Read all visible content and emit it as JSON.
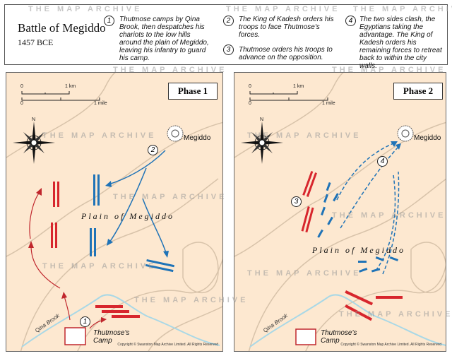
{
  "header": {
    "title": "Battle of Megiddo",
    "date": "1457 BCE",
    "steps": [
      {
        "num": "1",
        "text": "Thutmose camps by Qina Brook, then despatches his chariots to the low hills around the plain of Megiddo, leaving his infantry to guard his camp."
      },
      {
        "num": "2",
        "text": "The King of Kadesh orders his troops to face Thutmose's forces."
      },
      {
        "num": "3",
        "text": "Thutmose orders his troops to advance on the opposition."
      },
      {
        "num": "4",
        "text": "The two sides clash, the Egyptians taking the advantage. The King of Kadesh orders his remaining forces to retreat back to within the city walls."
      }
    ]
  },
  "map": {
    "scale_zero": "0",
    "scale_km": "1 km",
    "scale_mile": "1 mile",
    "north": "N",
    "city": "Megiddo",
    "plain": "Plain of Megiddo",
    "camp": "Thutmose's Camp",
    "brook": "Qina Brook",
    "copyright": "Copyright © Swanston Map Archive Limited. All Rights Reserved"
  },
  "phase1": {
    "label": "Phase 1",
    "markers": [
      "2",
      "1"
    ]
  },
  "phase2": {
    "label": "Phase 2",
    "markers": [
      "3",
      "4"
    ]
  },
  "watermark": "THE MAP ARCHIVE",
  "colors": {
    "land": "#fde8d0",
    "egypt": "#d7262d",
    "kadesh": "#1f73b7",
    "brook": "#a9d8e6",
    "contour": "#d8c3aa"
  }
}
